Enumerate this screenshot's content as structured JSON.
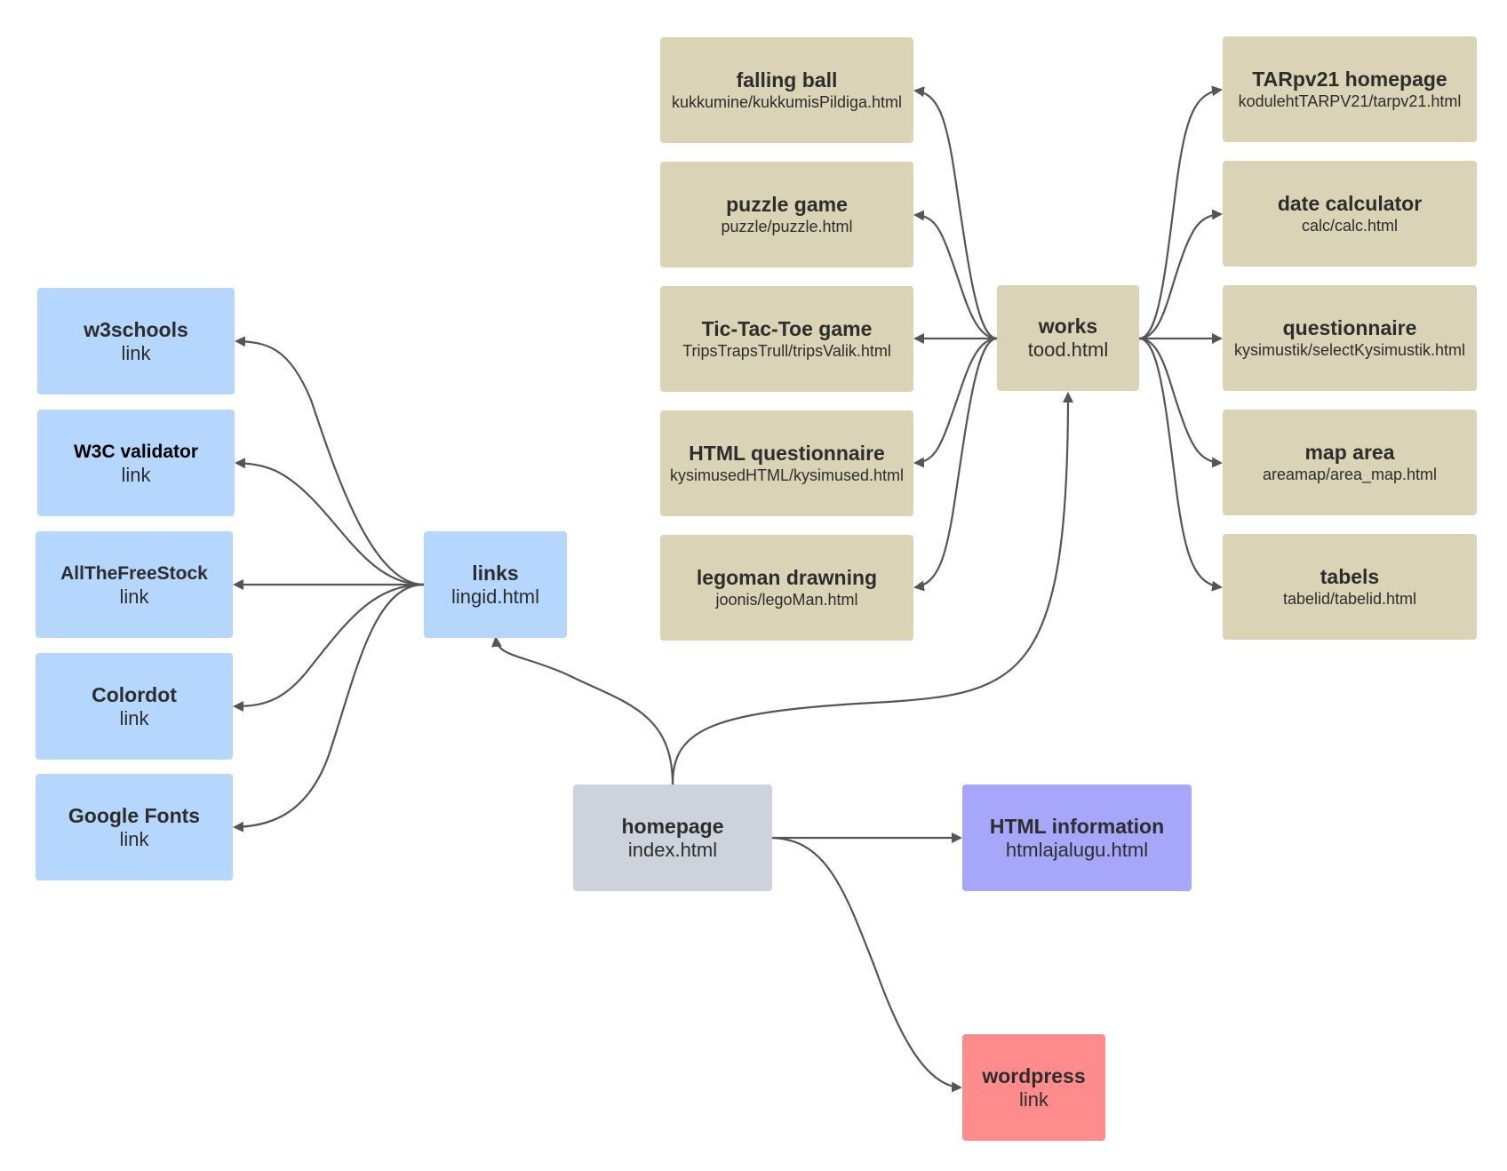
{
  "nodes": {
    "falling_ball": {
      "title": "falling ball",
      "sub": "kukkumine/kukkumisPildiga.html"
    },
    "puzzle_game": {
      "title": "puzzle game",
      "sub": "puzzle/puzzle.html"
    },
    "tictactoe": {
      "title": "Tic-Tac-Toe game",
      "sub": "TripsTrapsTrull/tripsValik.html"
    },
    "html_questionnaire": {
      "title": "HTML questionnaire",
      "sub": "kysimusedHTML/kysimused.html"
    },
    "legoman": {
      "title": "legoman drawning",
      "sub": "joonis/legoMan.html"
    },
    "works": {
      "title": "works",
      "sub": "tood.html"
    },
    "tarpv21": {
      "title": "TARpv21 homepage",
      "sub": "kodulehtTARPV21/tarpv21.html"
    },
    "date_calculator": {
      "title": "date calculator",
      "sub": "calc/calc.html"
    },
    "questionnaire": {
      "title": "questionnaire",
      "sub": "kysimustik/selectKysimustik.html"
    },
    "map_area": {
      "title": "map area",
      "sub": "areamap/area_map.html"
    },
    "tabels": {
      "title": "tabels",
      "sub": "tabelid/tabelid.html"
    },
    "w3schools": {
      "title": "w3schools",
      "sub": "link"
    },
    "w3c_validator": {
      "title": "W3C validator",
      "sub": "link"
    },
    "allthefreestock": {
      "title": "AllTheFreeStock",
      "sub": "link"
    },
    "colordot": {
      "title": "Colordot",
      "sub": "link"
    },
    "google_fonts": {
      "title": "Google Fonts",
      "sub": "link"
    },
    "links": {
      "title": "links",
      "sub": "lingid.html"
    },
    "homepage": {
      "title": "homepage",
      "sub": "index.html"
    },
    "html_information": {
      "title": "HTML information",
      "sub": "htmlajalugu.html"
    },
    "wordpress": {
      "title": "wordpress",
      "sub": "link"
    }
  },
  "colors": {
    "works_group": "#dbd3b5",
    "links_group": "#b5d6fd",
    "homepage": "#cdd3dc",
    "html_information": "#a6a6fb",
    "wordpress": "#fe8c8c",
    "connector": "#555555"
  },
  "edges": [
    {
      "from": "homepage",
      "to": "links"
    },
    {
      "from": "homepage",
      "to": "works"
    },
    {
      "from": "homepage",
      "to": "html_information"
    },
    {
      "from": "homepage",
      "to": "wordpress"
    },
    {
      "from": "links",
      "to": "w3schools"
    },
    {
      "from": "links",
      "to": "w3c_validator"
    },
    {
      "from": "links",
      "to": "allthefreestock"
    },
    {
      "from": "links",
      "to": "colordot"
    },
    {
      "from": "links",
      "to": "google_fonts"
    },
    {
      "from": "works",
      "to": "falling_ball"
    },
    {
      "from": "works",
      "to": "puzzle_game"
    },
    {
      "from": "works",
      "to": "tictactoe"
    },
    {
      "from": "works",
      "to": "html_questionnaire"
    },
    {
      "from": "works",
      "to": "legoman"
    },
    {
      "from": "works",
      "to": "tarpv21"
    },
    {
      "from": "works",
      "to": "date_calculator"
    },
    {
      "from": "works",
      "to": "questionnaire"
    },
    {
      "from": "works",
      "to": "map_area"
    },
    {
      "from": "works",
      "to": "tabels"
    }
  ]
}
